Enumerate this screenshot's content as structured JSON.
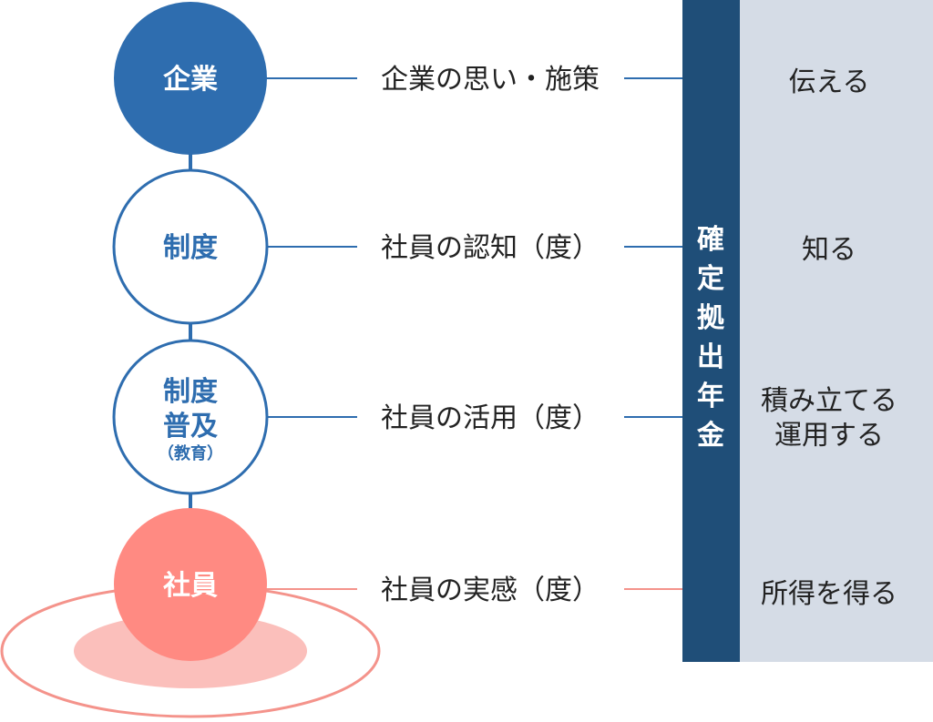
{
  "colors": {
    "dark_blue": "#2e6daf",
    "navy": "#1f4e78",
    "light_panel": "#d5dce6",
    "pink": "#ff8a82",
    "pink_light": "#fbbfbb",
    "line_blue": "#2e6daf",
    "line_pink": "#f4938b"
  },
  "nodes": [
    {
      "label": "企業",
      "sublabel": ""
    },
    {
      "label": "制度",
      "sublabel": ""
    },
    {
      "label": "制度普及",
      "line1": "制度",
      "line2": "普及",
      "sublabel": "（教育）"
    },
    {
      "label": "社員",
      "sublabel": ""
    }
  ],
  "middle": [
    "企業の思い・施策",
    "社員の認知（度）",
    "社員の活用（度）",
    "社員の実感（度）"
  ],
  "bar": {
    "label": "確定拠出年金",
    "chars": [
      "確",
      "定",
      "拠",
      "出",
      "年",
      "金"
    ]
  },
  "right": [
    {
      "line1": "伝える",
      "line2": ""
    },
    {
      "line1": "知る",
      "line2": ""
    },
    {
      "line1": "積み立てる",
      "line2": "運用する"
    },
    {
      "line1": "所得を得る",
      "line2": ""
    }
  ]
}
